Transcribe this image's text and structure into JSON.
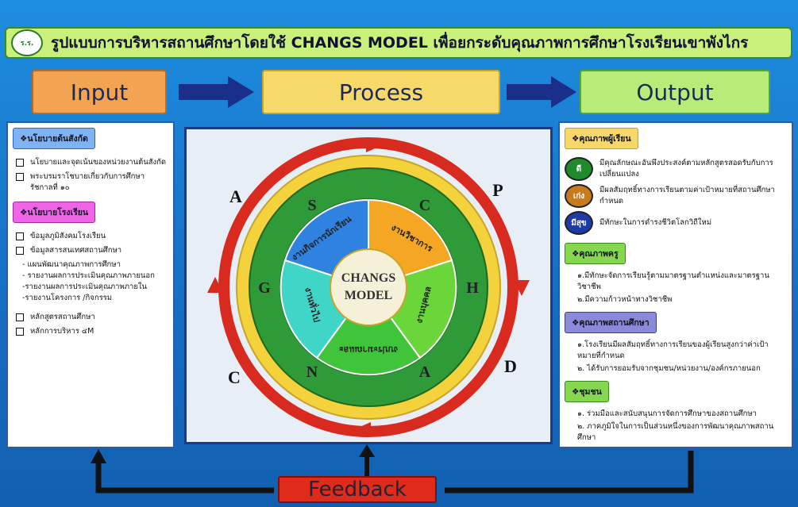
{
  "title": {
    "logo_text": "ร.ร.",
    "text": "รูปแบบการบริหารสถานศึกษาโดยใช้ CHANGS MODEL เพื่อยกระดับคุณภาพการศึกษาโรงเรียนเขาพังไกร"
  },
  "stages": {
    "input": "Input",
    "process": "Process",
    "output": "Output"
  },
  "feedback": "Feedback",
  "input_panel": {
    "section1_header": "❖นโยบายต้นสังกัด",
    "section1_items": [
      "นโยบายและจุดเน้นของหน่วยงานต้นสังกัด",
      "พระบรมราโชบายเกี่ยวกับการศึกษา รัชกาลที่ ๑๐"
    ],
    "section2_header": "❖นโยบายโรงเรียน",
    "section2_items": [
      "ข้อมูลภูมิสังคมโรงเรียน",
      "ข้อมูลสารสนเทศสถานศึกษา"
    ],
    "section2_subitems": [
      "- แผนพัฒนาคุณภาพการศึกษา",
      "- รายงานผลการประเมินคุณภาพภายนอก",
      "-รายงานผลการประเมินคุณภาพภายใน",
      "-รายงานโครงการ /กิจกรรม"
    ],
    "section3_items": [
      "หลักสูตรสถานศึกษา",
      "หลักการบริหาร ๔M"
    ]
  },
  "process_panel": {
    "center_line1": "CHANGS",
    "center_line2": "MODEL",
    "ring_letters": {
      "C": "C",
      "H": "H",
      "A": "A",
      "N": "N",
      "G": "G",
      "S": "S"
    },
    "segments": {
      "top_right": "งานวิชาการ",
      "right": "งานบุคคล",
      "bottom": "งบประมาณและ",
      "left": "งานทั่วไป",
      "top_left": "งานกิจการนักเรียน"
    },
    "pdca": {
      "P": "P",
      "D": "D",
      "C": "C",
      "A": "A"
    },
    "colors": {
      "orange": "#f5a623",
      "green": "#3fc43a",
      "cyan": "#3fd6c8",
      "blue": "#2f82e0",
      "red": "#d92a1f",
      "yellow": "#f4d23c"
    }
  },
  "output_panel": {
    "header1": "❖คุณภาพผู้เรียน",
    "quality_items": [
      {
        "badge": "ดี",
        "color": "#1e8a2a",
        "text": "มีคุณลักษณะอันพึงประสงค์ตามหลักสูตรสอดรับกับการเปลี่ยนแปลง"
      },
      {
        "badge": "เก่ง",
        "color": "#c77a1e",
        "text": "มีผลสัมฤทธิ์ทางการเรียนตามค่าเป้าหมายที่สถานศึกษากำหนด"
      },
      {
        "badge": "มีสุข",
        "color": "#1e3aa8",
        "text": "มีทักษะในการดำรงชีวิตโลกวิถีใหม่"
      }
    ],
    "header2": "❖คุณภาพครู",
    "teacher_items": [
      "๑.มีทักษะจัดการเรียนรู้ตามมาตรฐานตำแหน่งและมาตรฐานวิชาชีพ",
      "๒.มีความก้าวหน้าทางวิชาชีพ"
    ],
    "header3": "❖คุณภาพสถานศึกษา",
    "school_items": [
      "๑.โรงเรียนมีผลสัมฤทธิ์ทางการเรียนของผู้เรียนสูงกว่าค่าเป้าหมายที่กำหนด",
      "๒. ได้รับการยอมรับจากชุมชน/หน่วยงาน/องค์กรภายนอก"
    ],
    "header4": "❖ชุมชน",
    "community_items": [
      "๑. ร่วมมือและสนับสนุนการจัดการศึกษาของสถานศึกษา",
      "๒. ภาคภูมิใจในการเป็นส่วนหนึ่งของการพัฒนาคุณภาพสถานศึกษา"
    ]
  }
}
